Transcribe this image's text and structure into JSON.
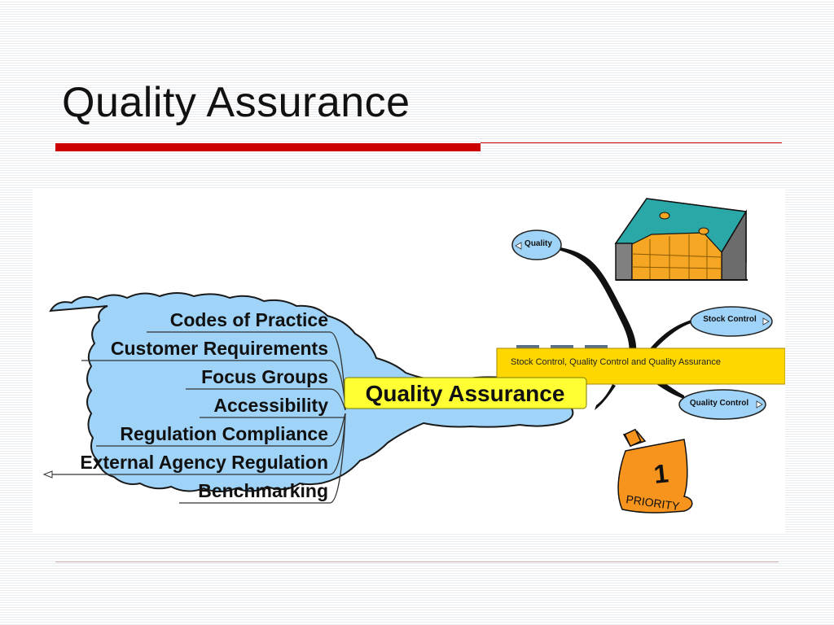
{
  "slide": {
    "title": "Quality Assurance"
  },
  "diagram": {
    "center_label": "Quality Assurance",
    "left_branches": [
      "Codes of Practice",
      "Customer Requirements",
      "Focus Groups",
      "Accessibility",
      "Regulation Compliance",
      "External Agency Regulation",
      "Benchmarking"
    ],
    "right_nodes": {
      "quality": "Quality",
      "stock_control": "Stock Control",
      "quality_control": "Quality Control"
    },
    "callout": "Stock Control, Quality Control and Quality Assurance",
    "priority_number": "1",
    "priority_text": "PRIORITY"
  },
  "colors": {
    "accent_red": "#cc0000",
    "cloud_blue": "#9fd3f7",
    "highlight_yellow": "#ffff33",
    "callout_gold": "#ffd700",
    "priority_orange": "#f7941d",
    "warehouse_teal": "#2aa8a8",
    "crate_orange": "#f5a623"
  }
}
